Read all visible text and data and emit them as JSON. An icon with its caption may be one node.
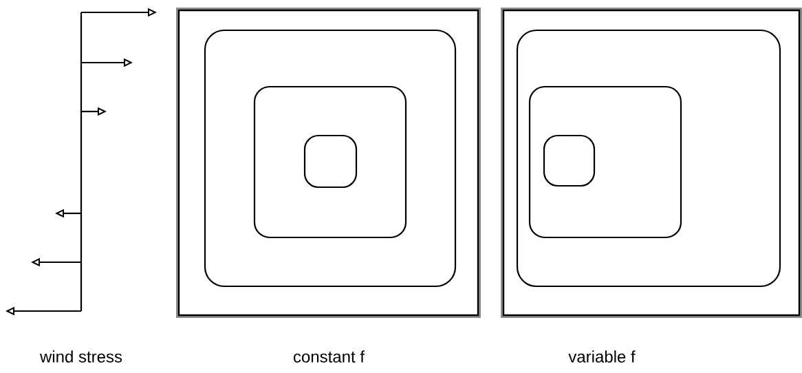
{
  "diagram": {
    "labels": [
      "wind stress",
      "constant f",
      "variable f"
    ]
  }
}
